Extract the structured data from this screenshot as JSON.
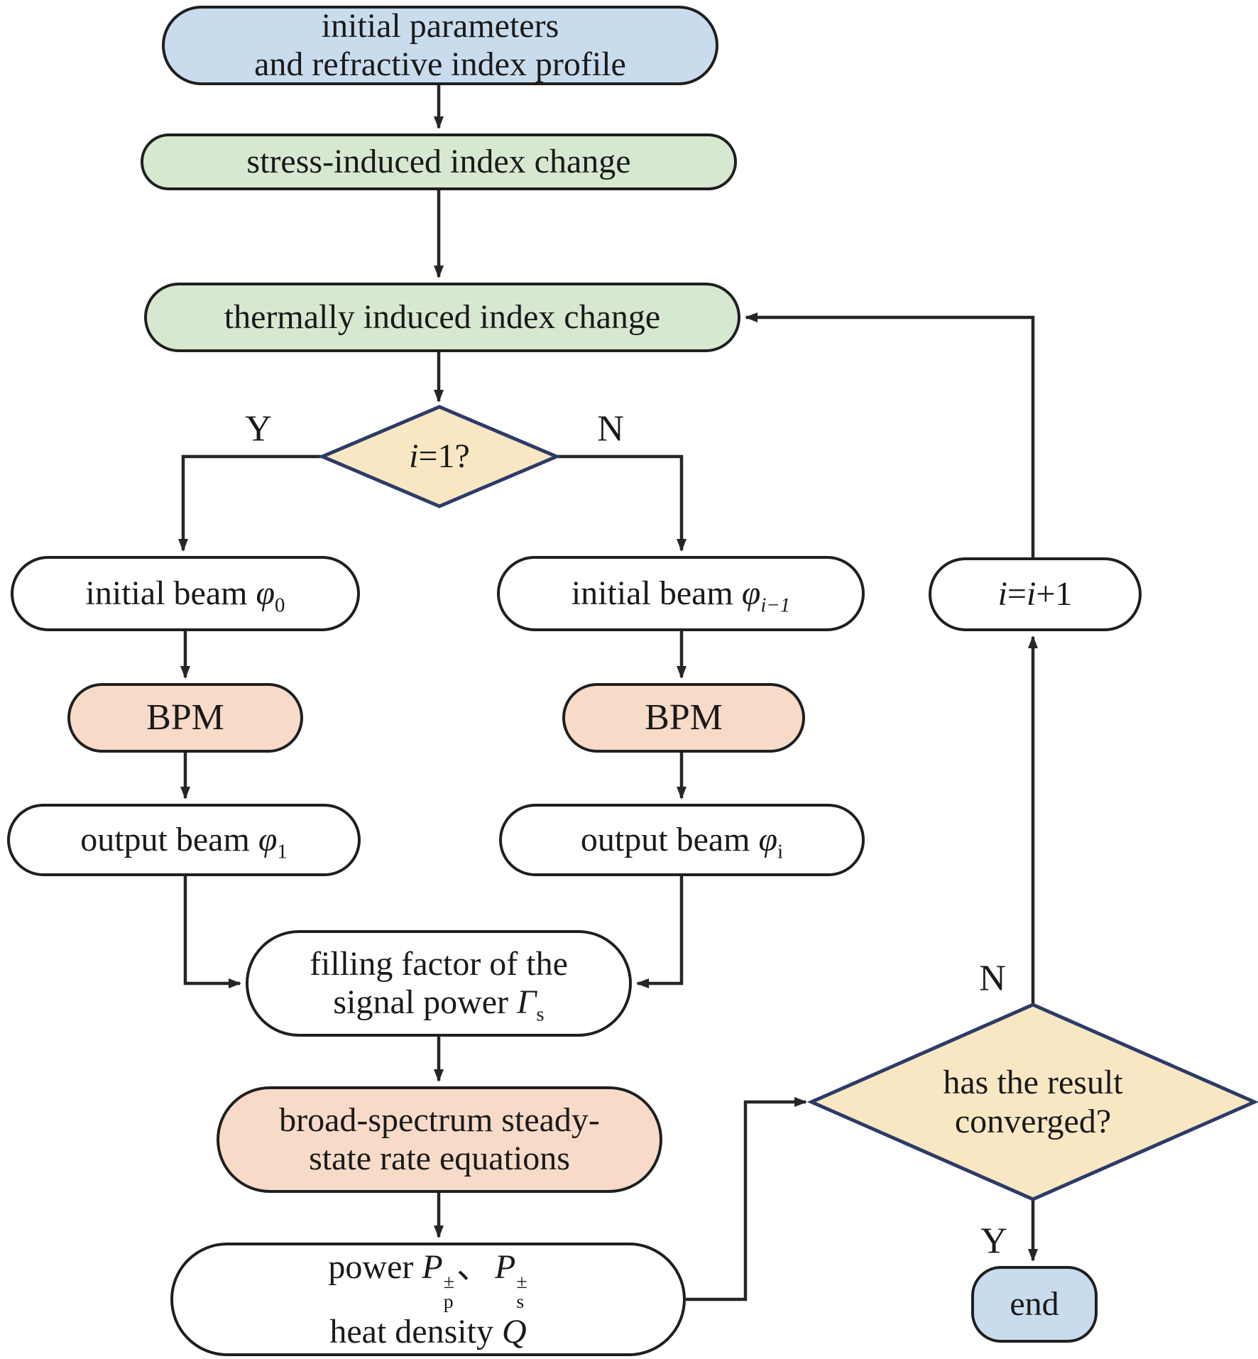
{
  "colors": {
    "box_blue": "#c9dcee",
    "box_green": "#d7e8d1",
    "diamond_tan": "#f9e7c4",
    "box_salmon": "#f7dac8",
    "box_white": "#ffffff",
    "diamond_border_navy": "#2c3c66",
    "line_black": "#262626"
  },
  "nodes": {
    "start": {
      "line1": "initial parameters",
      "line2": "and refractive index profile"
    },
    "stress": {
      "label": "stress-induced index change"
    },
    "thermal": {
      "label": "thermally induced index change"
    },
    "decision_i1": {
      "var": "i",
      "rest": "=1?"
    },
    "beam0": {
      "text": "initial beam ",
      "symbol": "φ",
      "sub": "0"
    },
    "beam_prev": {
      "text": "initial beam ",
      "symbol": "φ",
      "sub": "i−1"
    },
    "i_increment": {
      "i1": "i",
      "eq": "=",
      "i2": "i",
      "tail": "+1"
    },
    "bpm_left": {
      "label": "BPM"
    },
    "bpm_right": {
      "label": "BPM"
    },
    "out1": {
      "text": "output beam ",
      "symbol": "φ",
      "sub": "1"
    },
    "out_i": {
      "text": "output beam ",
      "symbol": "φ",
      "sub": "i"
    },
    "filling": {
      "line1": "filling factor of the",
      "line2_text": "signal power ",
      "symbol": "Γ",
      "sub": "s"
    },
    "rate": {
      "line1": "broad-spectrum steady-",
      "line2": "state rate equations"
    },
    "power": {
      "text": "power ",
      "p1": "P",
      "p1_sup": "±",
      "p1_sub": "p",
      "separator": "、",
      "p2": "P",
      "p2_sup": "±",
      "p2_sub": "s",
      "line2_text": "heat density ",
      "q": "Q"
    },
    "converged": {
      "line1": "has the result",
      "line2": "converged?"
    },
    "end": {
      "label": "end"
    }
  },
  "edge_labels": {
    "yes1": "Y",
    "no1": "N",
    "no2": "N",
    "yes2": "Y"
  }
}
